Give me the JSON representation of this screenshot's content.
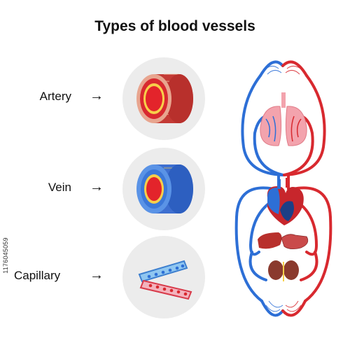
{
  "title": "Types of blood vessels",
  "vessels": [
    {
      "label": "Artery",
      "arrow": "→"
    },
    {
      "label": "Vein",
      "arrow": "→"
    },
    {
      "label": "Capillary",
      "arrow": "→"
    }
  ],
  "watermark_id": "1176045059",
  "colors": {
    "artery_red": "#d8292f",
    "vein_blue": "#2d6fd6",
    "lumen_yellow": "#f7cf4a",
    "circle_bg": "#ececec",
    "lung_pink": "#f3a3ad"
  },
  "icons": [
    "artery-cross-section-icon",
    "vein-cross-section-icon",
    "capillary-icon",
    "circulatory-system-icon",
    "lungs-icon",
    "heart-icon",
    "liver-icon",
    "kidneys-icon"
  ]
}
